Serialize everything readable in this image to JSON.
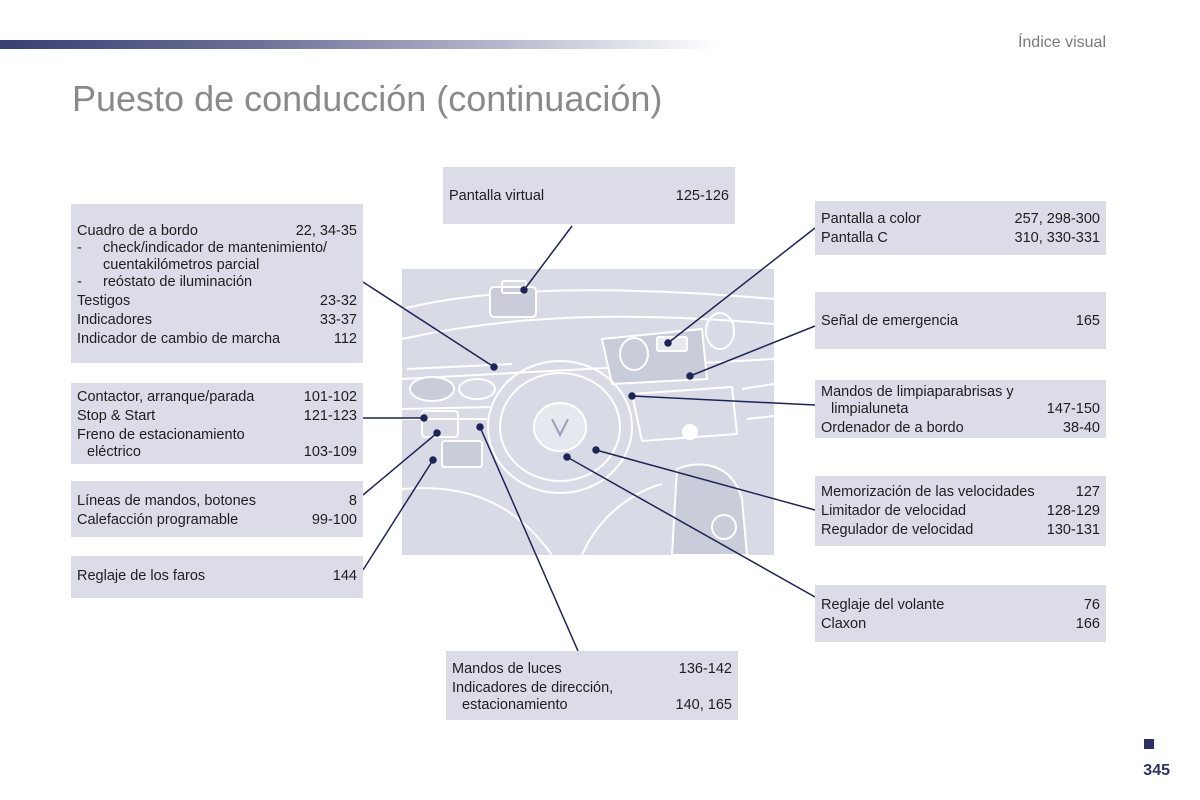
{
  "header": {
    "section": "Índice visual",
    "title": "Puesto de conducción (continuación)"
  },
  "boxes": {
    "cuadro": {
      "row1": {
        "label": "Cuadro de a bordo",
        "pages": "22, 34-35"
      },
      "sub1": {
        "dash": "-",
        "line1": "check/indicador de mantenimiento/",
        "line2": "cuentakilómetros parcial"
      },
      "sub2": {
        "dash": "-",
        "text": "reóstato de iluminación"
      },
      "row2": {
        "label": "Testigos",
        "pages": "23-32"
      },
      "row3": {
        "label": "Indicadores",
        "pages": "33-37"
      },
      "row4": {
        "label": "Indicador de cambio de marcha",
        "pages": "112"
      }
    },
    "contactor": {
      "row1": {
        "label": "Contactor, arranque/parada",
        "pages": "101-102"
      },
      "row2": {
        "label": "Stop & Start",
        "pages": "121-123"
      },
      "row3": {
        "line1": "Freno de estacionamiento",
        "line2": "eléctrico",
        "pages": "103-109"
      }
    },
    "lineas": {
      "row1": {
        "label": "Líneas de mandos, botones",
        "pages": "8"
      },
      "row2": {
        "label": "Calefacción programable",
        "pages": "99-100"
      }
    },
    "faros": {
      "row1": {
        "label": "Reglaje de los faros",
        "pages": "144"
      }
    },
    "virtual": {
      "row1": {
        "label": "Pantalla virtual",
        "pages": "125-126"
      }
    },
    "luces": {
      "row1": {
        "label": "Mandos de luces",
        "pages": "136-142"
      },
      "row2": {
        "line1": "Indicadores de dirección,",
        "line2": "estacionamiento",
        "pages": "140, 165"
      }
    },
    "pantalla": {
      "row1": {
        "label": "Pantalla a color",
        "pages": "257, 298-300"
      },
      "row2": {
        "label": "Pantalla C",
        "pages": "310, 330-331"
      }
    },
    "emergencia": {
      "row1": {
        "label": "Señal de emergencia",
        "pages": "165"
      }
    },
    "limpia": {
      "row1": {
        "line1": "Mandos de limpiaparabrisas y",
        "line2": "limpialuneta",
        "pages": "147-150"
      },
      "row2": {
        "label": "Ordenador de a bordo",
        "pages": "38-40"
      }
    },
    "velocidad": {
      "row1": {
        "label": "Memorización de las velocidades",
        "pages": "127"
      },
      "row2": {
        "label": "Limitador de velocidad",
        "pages": "128-129"
      },
      "row3": {
        "label": "Regulador de velocidad",
        "pages": "130-131"
      }
    },
    "volante": {
      "row1": {
        "label": "Reglaje del volante",
        "pages": "76"
      },
      "row2": {
        "label": "Claxon",
        "pages": "166"
      }
    }
  },
  "footer": {
    "page_number": "345"
  },
  "colors": {
    "box_bg": "#dcdce8",
    "leader_line": "#1f2457",
    "accent": "#2d3266",
    "title": "#8a8a8a"
  }
}
